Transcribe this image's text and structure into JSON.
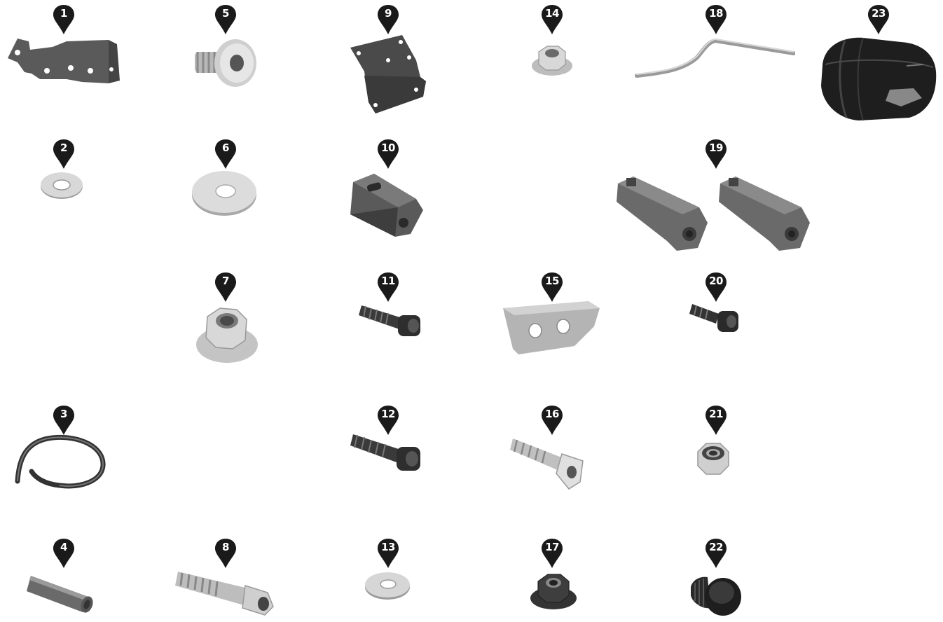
{
  "parts": [
    {
      "number": "1",
      "icon": "bracket-icon"
    },
    {
      "number": "2",
      "icon": "washer-icon"
    },
    {
      "number": "3",
      "icon": "rubber-strip-icon"
    },
    {
      "number": "4",
      "icon": "tube-icon"
    },
    {
      "number": "5",
      "icon": "flange-screw-icon"
    },
    {
      "number": "6",
      "icon": "large-washer-icon"
    },
    {
      "number": "7",
      "icon": "flange-nut-icon"
    },
    {
      "number": "8",
      "icon": "cap-screw-icon"
    },
    {
      "number": "9",
      "icon": "mounting-plate-icon"
    },
    {
      "number": "10",
      "icon": "clamp-block-icon"
    },
    {
      "number": "11",
      "icon": "socket-screw-icon"
    },
    {
      "number": "12",
      "icon": "socket-screw-icon"
    },
    {
      "number": "13",
      "icon": "washer-icon"
    },
    {
      "number": "14",
      "icon": "flange-nut-icon"
    },
    {
      "number": "15",
      "icon": "spacer-plate-icon"
    },
    {
      "number": "16",
      "icon": "countersunk-screw-icon"
    },
    {
      "number": "17",
      "icon": "dark-flange-nut-icon"
    },
    {
      "number": "18",
      "icon": "bent-rod-icon"
    },
    {
      "number": "19",
      "icon": "mounting-arms-icon"
    },
    {
      "number": "20",
      "icon": "short-socket-screw-icon"
    },
    {
      "number": "21",
      "icon": "lock-nut-icon"
    },
    {
      "number": "22",
      "icon": "rubber-plug-icon"
    },
    {
      "number": "23",
      "icon": "saddle-bag-icon"
    }
  ]
}
